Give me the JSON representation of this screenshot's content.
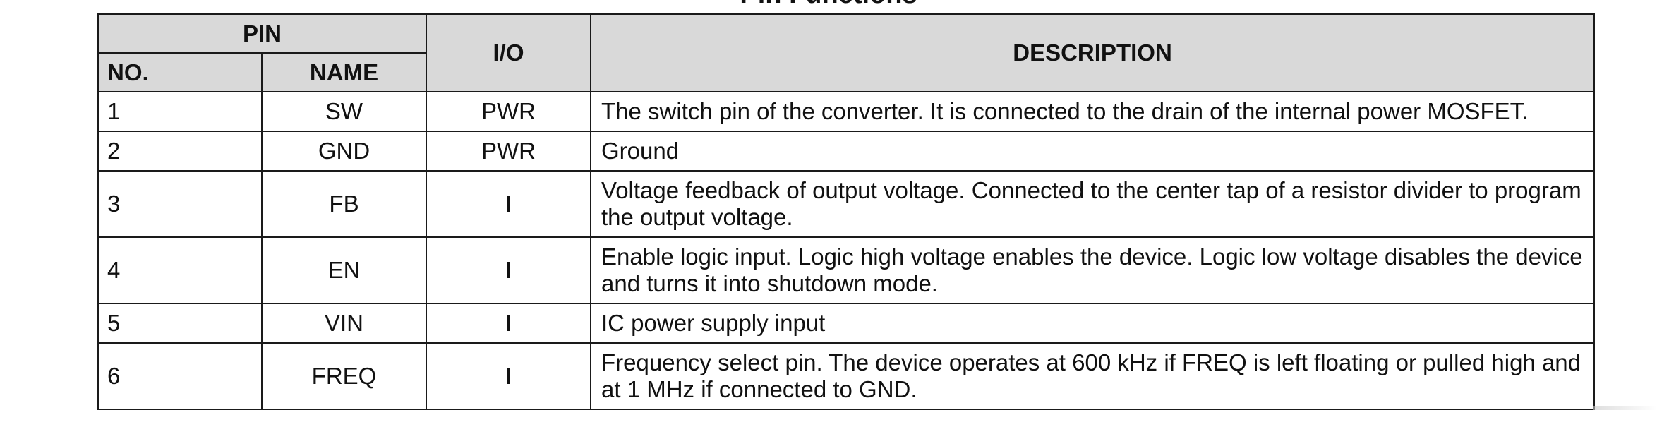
{
  "page": {
    "title": "Pin Functions"
  },
  "table": {
    "header": {
      "pin_group": "PIN",
      "no": "NO.",
      "name": "NAME",
      "io": "I/O",
      "description": "DESCRIPTION"
    },
    "rows": [
      {
        "no": "1",
        "name": "SW",
        "io": "PWR",
        "description": "The switch pin of the converter. It is connected to the drain of the internal power MOSFET."
      },
      {
        "no": "2",
        "name": "GND",
        "io": "PWR",
        "description": "Ground"
      },
      {
        "no": "3",
        "name": "FB",
        "io": "I",
        "description": "Voltage feedback of output voltage. Connected to the center tap of a resistor divider to program the output voltage."
      },
      {
        "no": "4",
        "name": "EN",
        "io": "I",
        "description": "Enable logic input. Logic high voltage enables the device. Logic low voltage disables the device and turns it into shutdown mode."
      },
      {
        "no": "5",
        "name": "VIN",
        "io": "I",
        "description": "IC power supply input"
      },
      {
        "no": "6",
        "name": "FREQ",
        "io": "I",
        "description": "Frequency select pin. The device operates at 600 kHz if FREQ is left floating or pulled high and at 1 MHz if connected to GND."
      }
    ]
  }
}
